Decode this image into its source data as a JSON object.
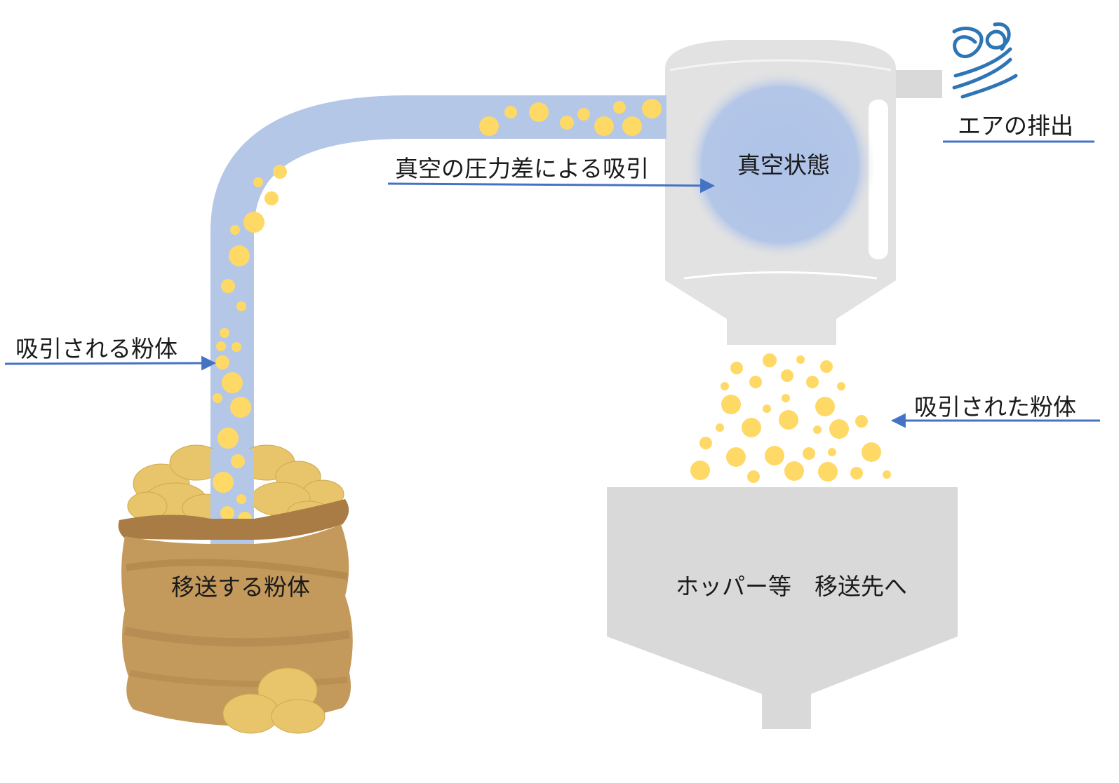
{
  "labels": {
    "vacuum_suction": "真空の圧力差による吸引",
    "air_exhaust": "エアの排出",
    "vacuum_state": "真空状態",
    "suctioned_powder": "吸引される粉体",
    "conveyed_powder": "移送する粉体",
    "suctioned_powder_out": "吸引された粉体",
    "hopper_destination": "ホッパー等　移送先へ"
  },
  "colors": {
    "pipe": "#b4c7e7",
    "particle": "#ffd966",
    "receiver": "#e2e2e2",
    "hopper": "#d9d9d9",
    "sack": "#c49a5c",
    "sack_dark": "#a97c46",
    "arrow": "#4472c4",
    "vacuum": "#aec3e8",
    "wind": "#2e75b6"
  },
  "icons": [
    "wind-icon"
  ]
}
